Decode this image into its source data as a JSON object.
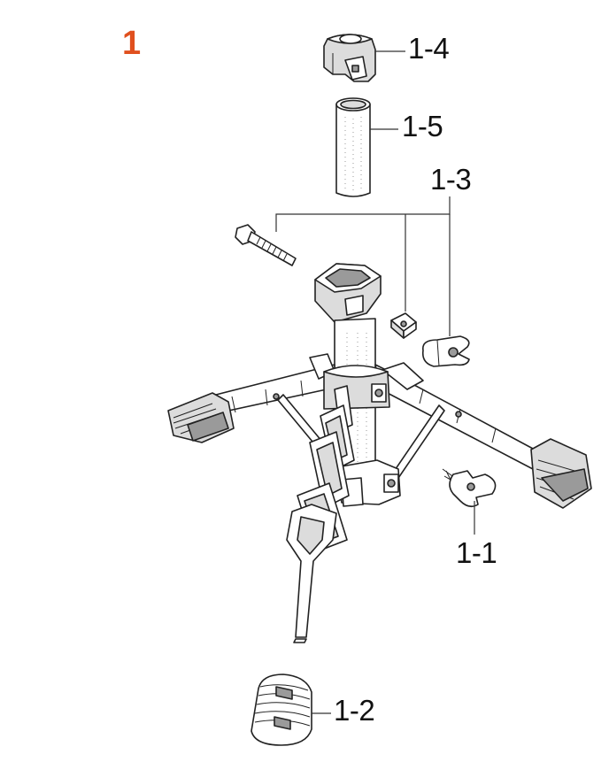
{
  "step": {
    "number": "1",
    "color": "#e0501e"
  },
  "labels": {
    "part_1_1": "1-1",
    "part_1_2": "1-2",
    "part_1_3": "1-3",
    "part_1_4": "1-4",
    "part_1_5": "1-5"
  }
}
